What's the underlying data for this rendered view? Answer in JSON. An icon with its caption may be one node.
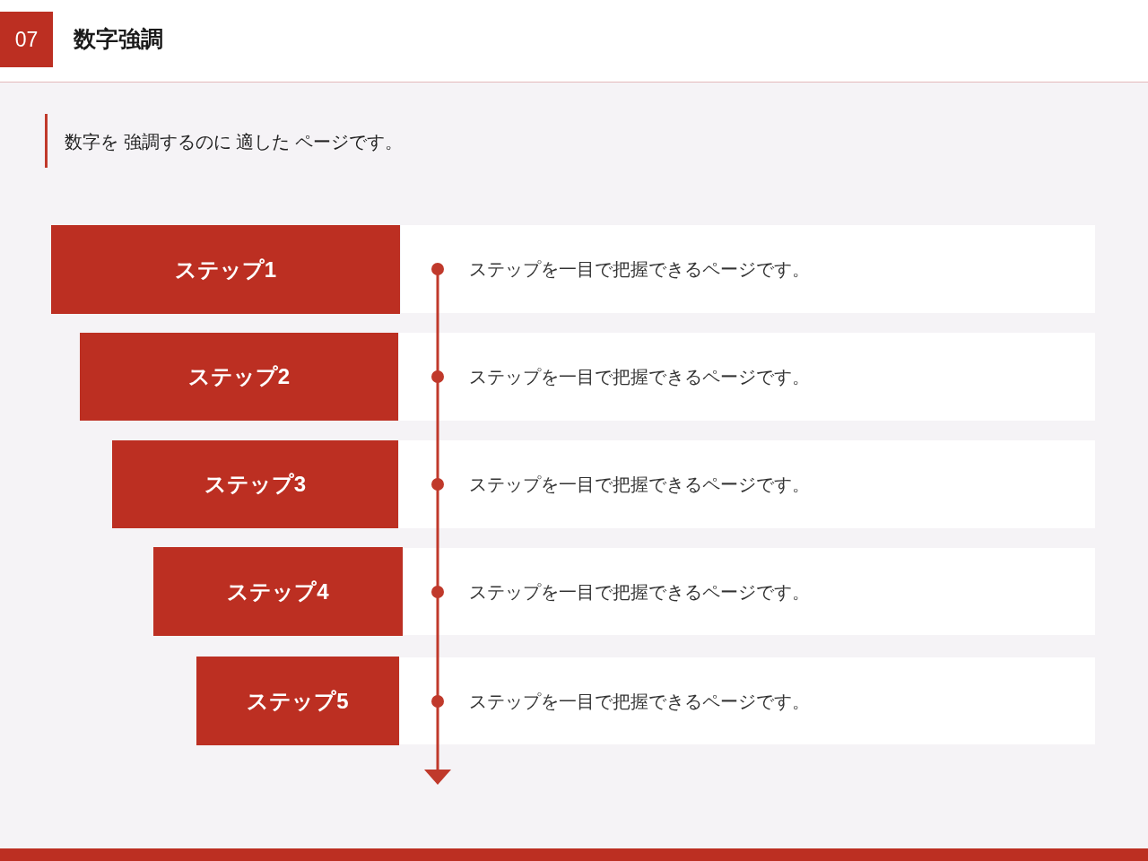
{
  "diagram": {
    "title": "数字強調",
    "nodes": [
      {
        "text": [
          "ステップ1"
        ]
      },
      {
        "text": [
          "ステップを一目で把握できるページです。"
        ]
      },
      {
        "text": [
          "ステップ2"
        ]
      },
      {
        "text": [
          "ステップを一目で把握できるページです。"
        ]
      },
      {
        "text": [
          "ステップ3"
        ]
      },
      {
        "text": [
          "ステップを一目で把握できるページです。"
        ]
      },
      {
        "text": [
          "ステップ4"
        ]
      },
      {
        "text": [
          "ステップを一目で把握できるページです。"
        ]
      },
      {
        "text": [
          "ステップ5"
        ]
      },
      {
        "text": [
          "ステップを一目で把握できるページです。"
        ]
      }
    ],
    "labels": [
      "07",
      "数字を 強調するのに 適した ページです。"
    ]
  }
}
